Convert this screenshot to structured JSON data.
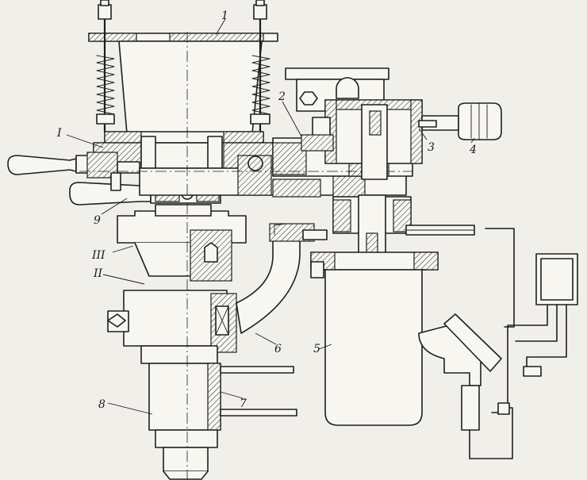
{
  "labels": {
    "l1": "1",
    "l2": "2",
    "l3": "3",
    "l4": "4",
    "l5": "5",
    "l6": "6",
    "l7": "7",
    "l8": "8",
    "l9": "9",
    "lI": "I",
    "lII": "II",
    "lIII": "III"
  },
  "colors": {
    "ink": "#1e1e1e",
    "paper": "#f1efe9"
  }
}
